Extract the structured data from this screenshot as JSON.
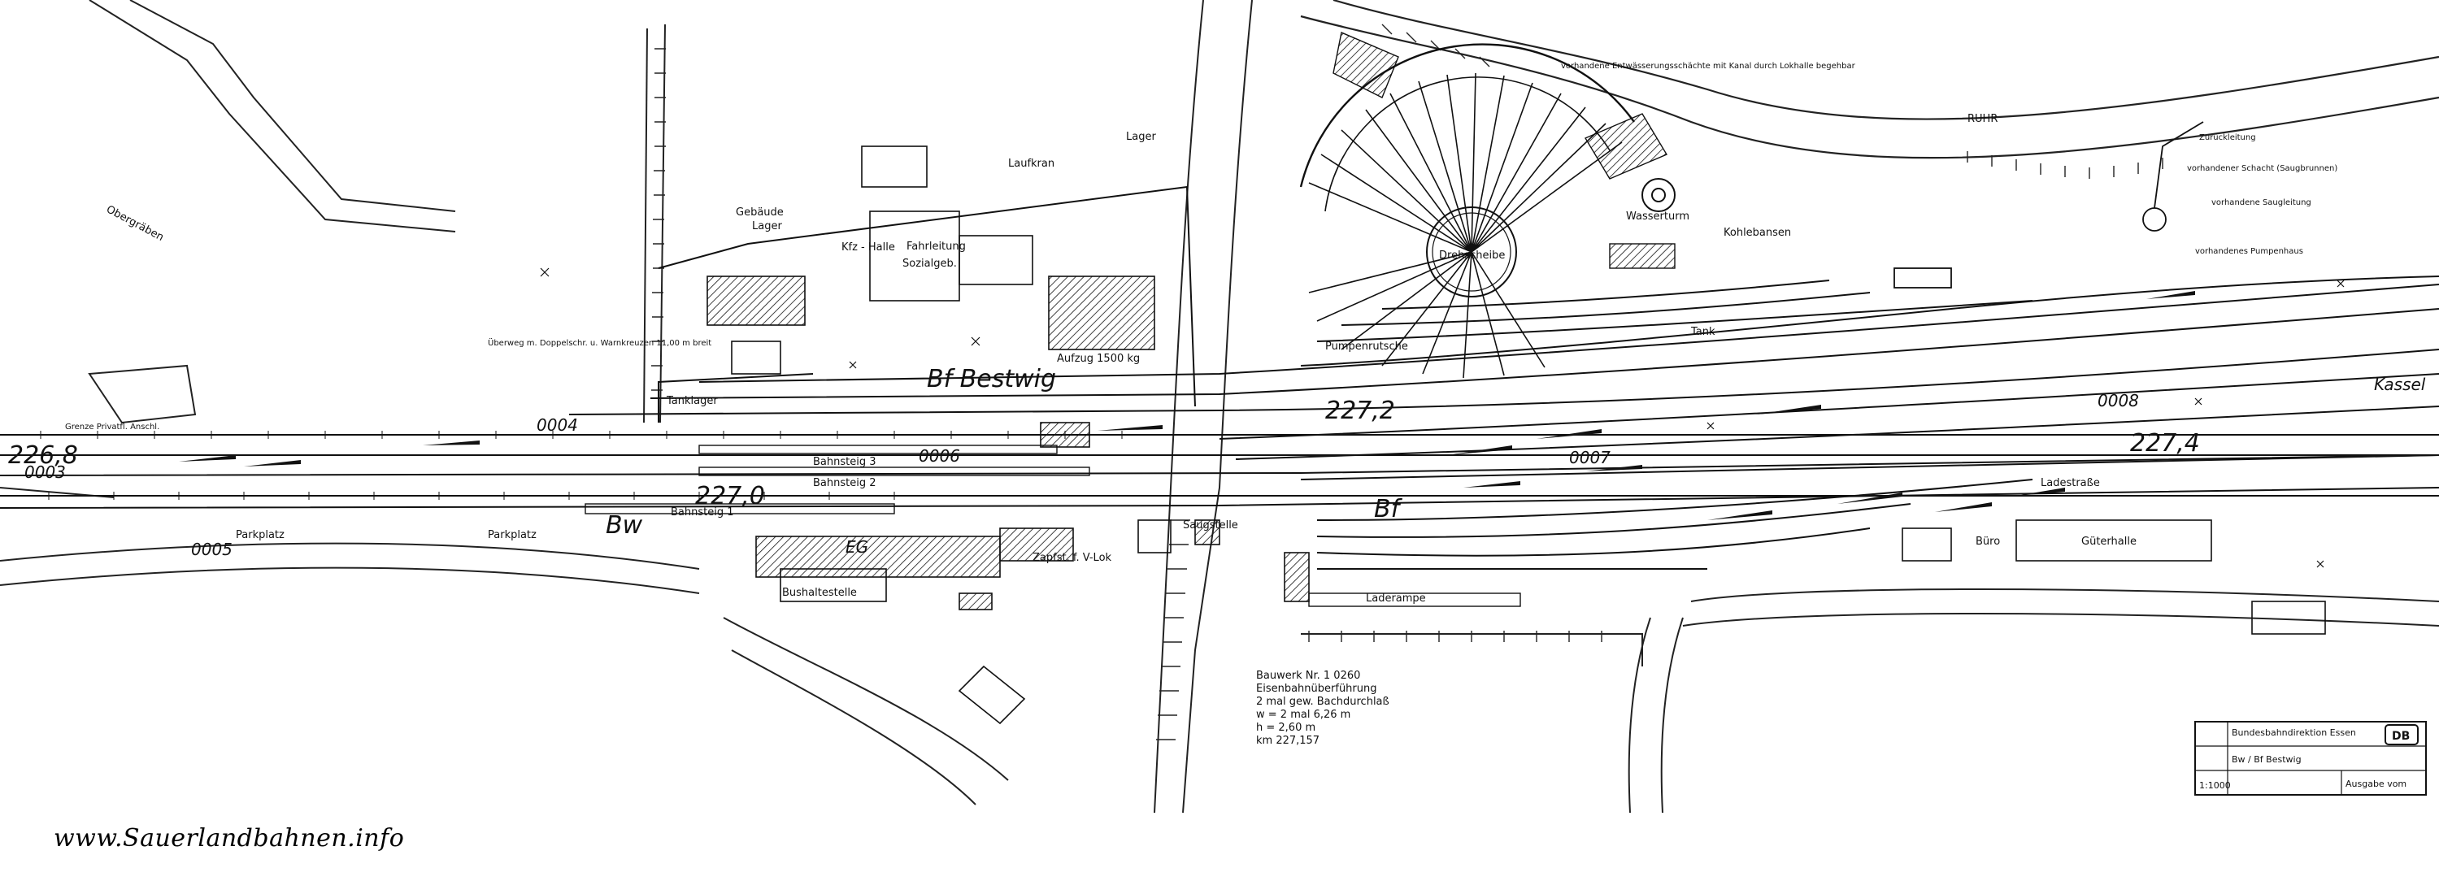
{
  "watermark": "www.Sauerlandbahnen.info",
  "station": {
    "name": "Bf Bestwig",
    "bf": "Bf",
    "bw": "Bw",
    "direction_right": "Kassel",
    "gebaeude": "Gebäude",
    "lager": "Lager",
    "laufkran": "Laufkran",
    "lager2": "Lager",
    "kfz_halle": "Kfz - Halle",
    "fahrleitung": "Fahrleitung",
    "sozialgeb": "Sozialgeb.",
    "aufzug": "Aufzug 1500 kg",
    "tanklager": "Tanklager",
    "parkplatz": "Parkplatz",
    "bahnsteig1": "Bahnsteig 1",
    "bahnsteig2": "Bahnsteig 2",
    "bahnsteig3": "Bahnsteig 3",
    "eg": "EG",
    "bushaltestelle": "Bushaltestelle",
    "zapfstelle": "Zapfst. f. V-Lok",
    "saugstelle": "Saugstelle",
    "pumpenrutsche": "Pumpenrutsche",
    "drehscheibe": "Drehscheibe",
    "wasserturm": "Wasserturm",
    "kohlebansen": "Kohlebansen",
    "tank": "Tank",
    "ladestrasse": "Ladestraße",
    "gueterhalle": "Güterhalle",
    "buero": "Büro",
    "laderampe": "Laderampe",
    "obergraeben": "Obergräben",
    "grenze": "Grenze Privatfl. Anschl.",
    "ruhr": "RUHR",
    "zuruekleitung": "Zurückleitung",
    "schacht": "vorhandener Schacht (Saugbrunnen)",
    "saugleitung": "vorhandene Saugleitung",
    "pumpenhaus": "vorhandenes Pumpenhaus",
    "entwaesserung": "vorhandene Entwässerungsschächte mit Kanal durch Lokhalle begehbar",
    "ueberweg": "Überweg m. Doppelschr. u. Warnkreuzen 11,00 m breit",
    "bauwerk": [
      "Bauwerk Nr. 1 0260",
      "Eisenbahnüberführung",
      "2 mal gew. Bachdurchlaß",
      "w = 2 mal 6,26 m",
      "h = 2,60 m",
      "km 227,157"
    ]
  },
  "km_marks": [
    "226,8",
    "227,0",
    "227,2",
    "227,4"
  ],
  "track_codes": [
    "0003",
    "0004",
    "0005",
    "0006",
    "0007",
    "0008"
  ],
  "title_block": {
    "org": "Bundesbahndirektion Essen",
    "plan_title": "Bw / Bf Bestwig",
    "place": "Essen",
    "logo": "DB",
    "scale": "1:1000",
    "note": "Ausgabe vom"
  }
}
